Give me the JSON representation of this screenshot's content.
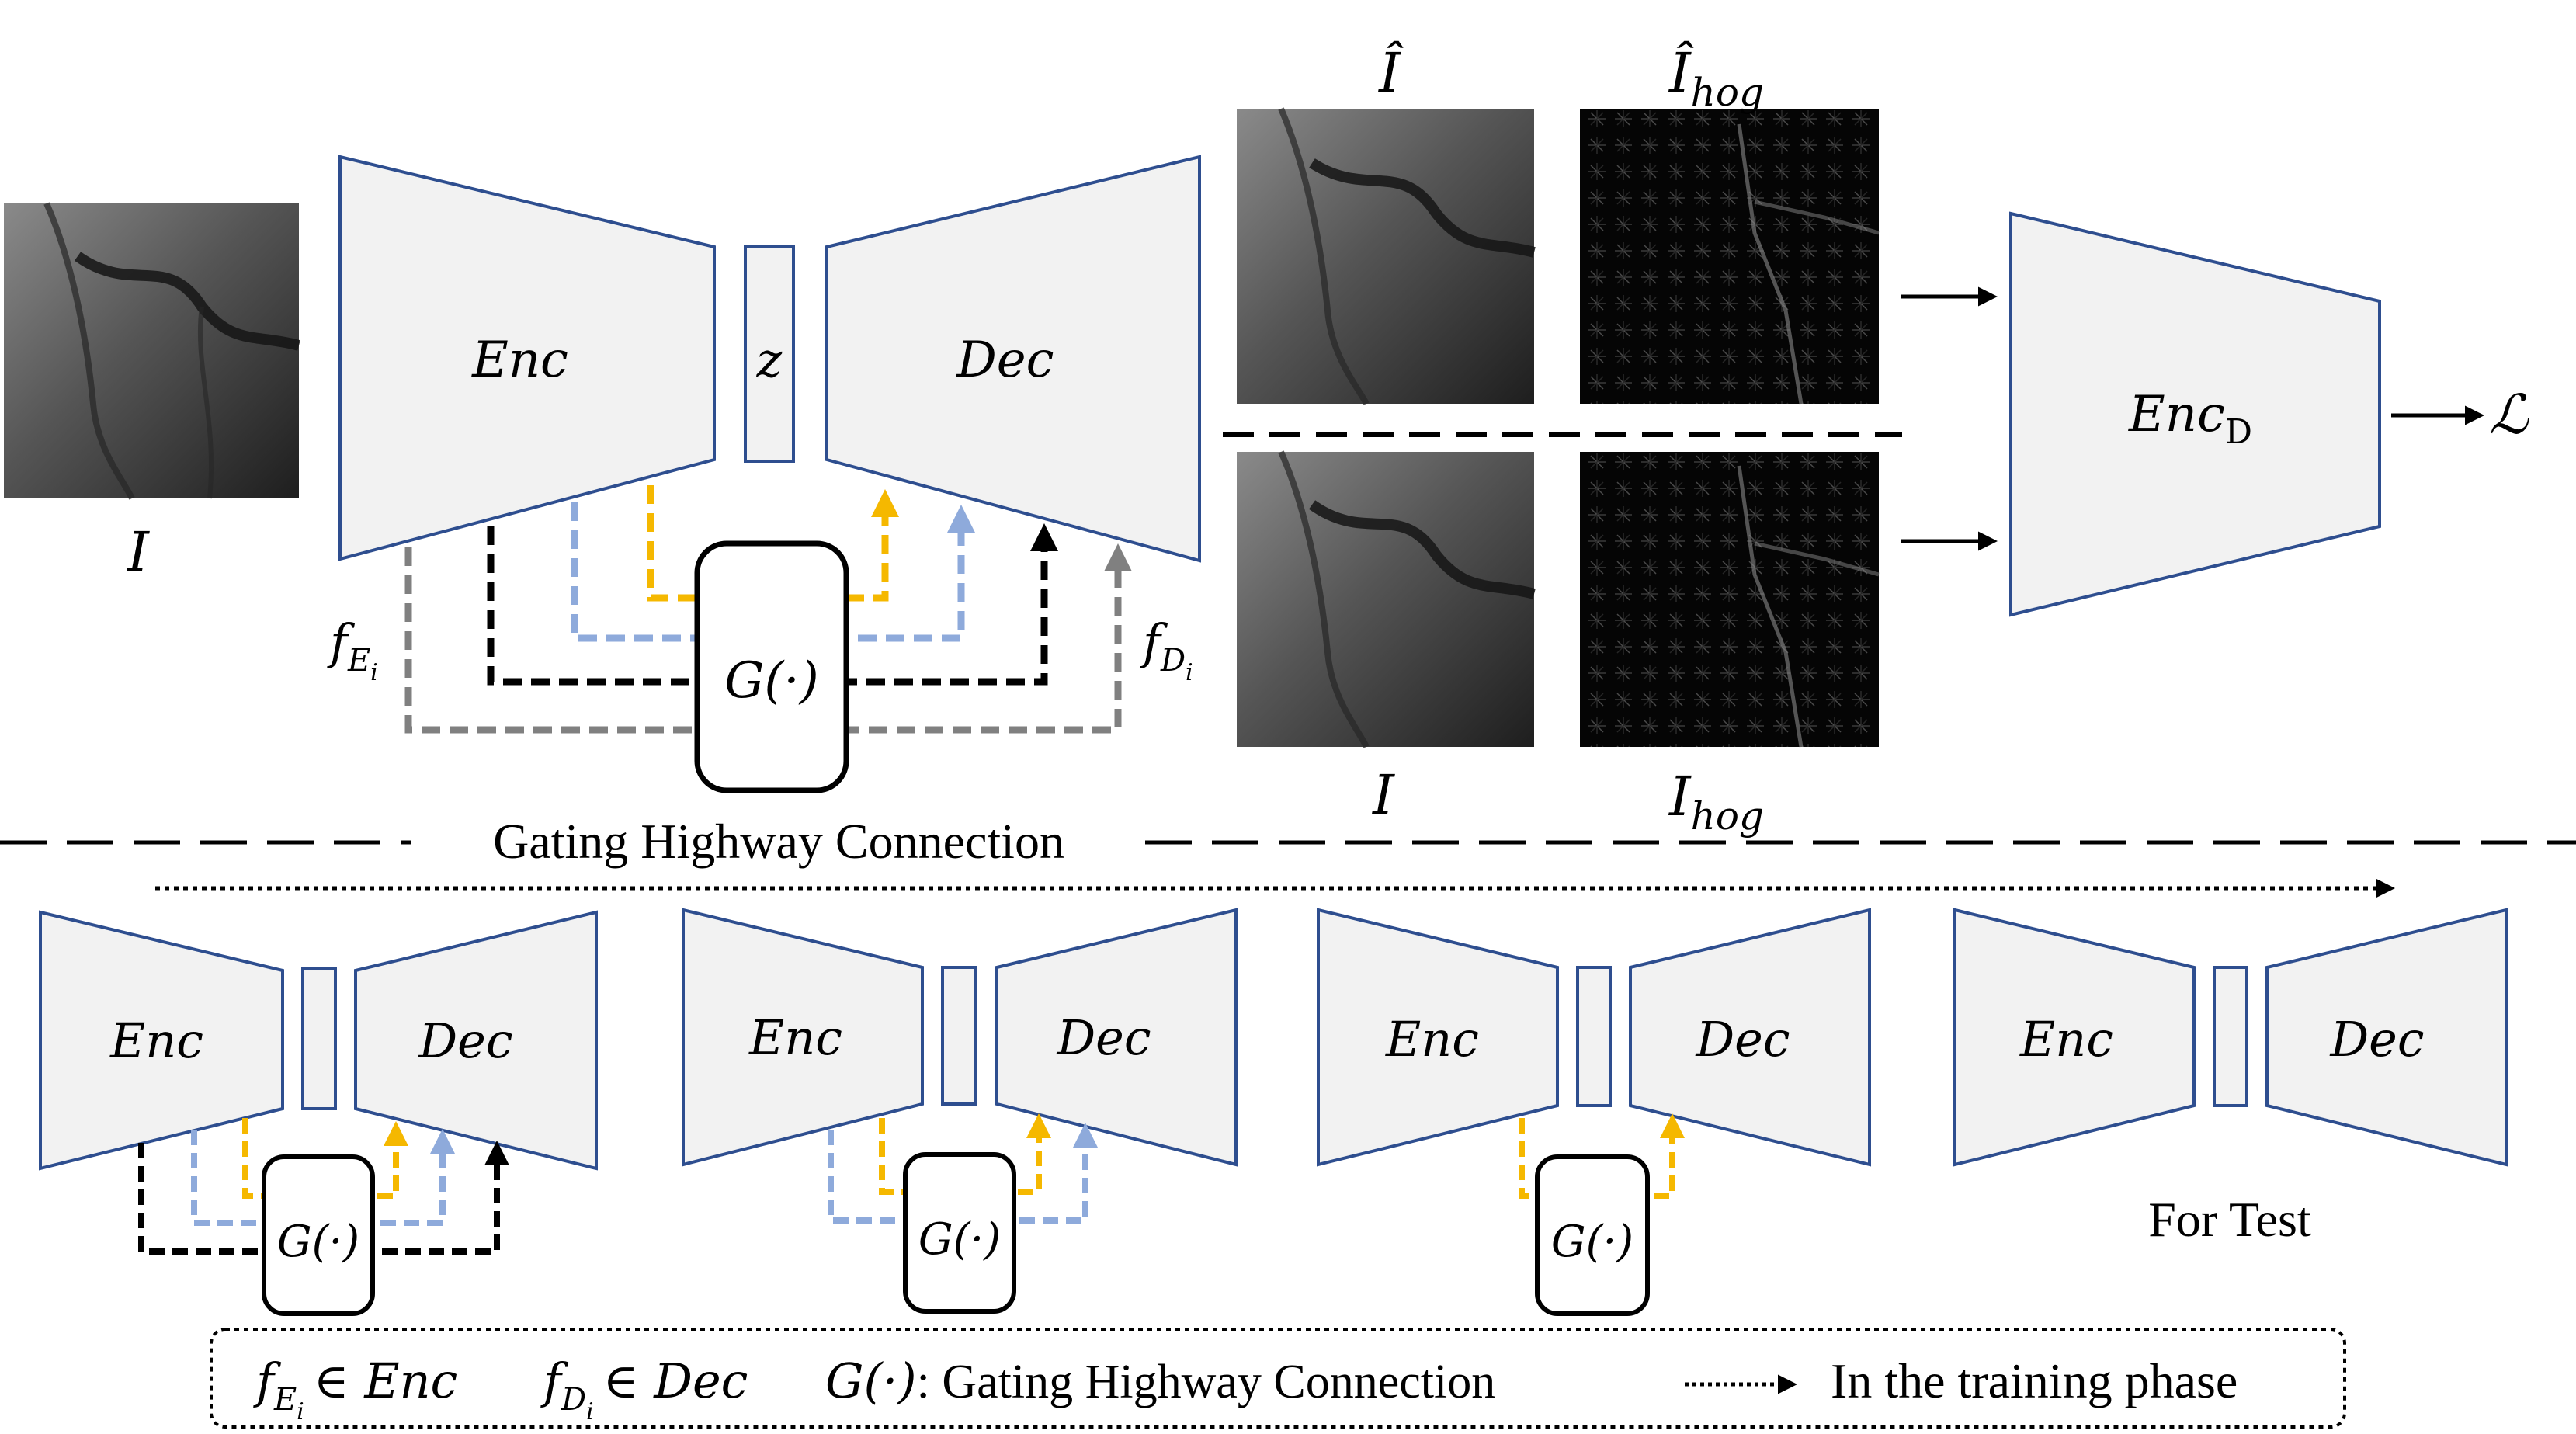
{
  "colors": {
    "block_fill": "#f2f2f2",
    "block_stroke": "#2e4e8f",
    "conn_yellow": "#f5b800",
    "conn_blue": "#8eaadb",
    "conn_black": "#000000",
    "conn_gray": "#808080",
    "retina_dark": "#1a1a1a",
    "retina_light": "#7a7a7a"
  },
  "top": {
    "input_label": "I",
    "enc_label": "Enc",
    "latent_label": "z",
    "dec_label": "Dec",
    "gate_label": "G(·)",
    "f_enc_main": "f",
    "f_enc_sub": "E",
    "f_enc_subsub": "i",
    "f_dec_main": "f",
    "f_dec_sub": "D",
    "f_dec_subsub": "i",
    "recon_label": "Î",
    "recon_hog_main": "Î",
    "recon_hog_sub": "hog",
    "orig_label": "I",
    "orig_hog_main": "I",
    "orig_hog_sub": "hog",
    "disc_main": "Enc",
    "disc_sub": "D",
    "loss_label": "ℒ"
  },
  "gating_title": "Gating Highway Connection",
  "stages": [
    {
      "enc_label": "Enc",
      "dec_label": "Dec",
      "gate_label": "G(·)",
      "connections": [
        "black",
        "blue",
        "yellow"
      ]
    },
    {
      "enc_label": "Enc",
      "dec_label": "Dec",
      "gate_label": "G(·)",
      "connections": [
        "blue",
        "yellow"
      ]
    },
    {
      "enc_label": "Enc",
      "dec_label": "Dec",
      "gate_label": "G(·)",
      "connections": [
        "yellow"
      ]
    },
    {
      "enc_label": "Enc",
      "dec_label": "Dec",
      "connections": []
    }
  ],
  "for_test_label": "For Test",
  "legend": {
    "f_enc": "f",
    "f_enc_sub": "E",
    "f_enc_subsub": "i",
    "in_enc": "∈ Enc",
    "f_dec": "f",
    "f_dec_sub": "D",
    "f_dec_subsub": "i",
    "in_dec": "∈ Dec",
    "gate_symbol": "G(·)",
    "gate_desc": ": Gating Highway Connection",
    "training_label": "In the training phase"
  }
}
